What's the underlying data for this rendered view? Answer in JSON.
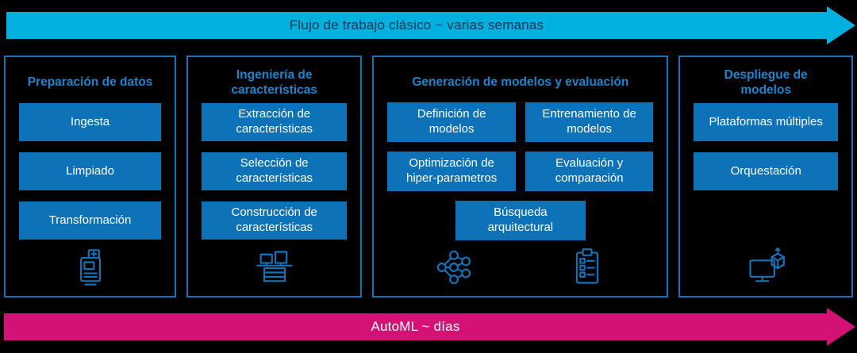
{
  "colors": {
    "cyan": "#00b0df",
    "magenta": "#d41174",
    "box-blue": "#0e72b8",
    "border-blue": "#1273ba",
    "title-blue": "#1b86cf",
    "banner-text": "#0d3557"
  },
  "banners": {
    "top": {
      "label": "Flujo de trabajo clásico ~ varias semanas"
    },
    "bottom": {
      "label": "AutoML ~ días"
    }
  },
  "panels": [
    {
      "title": "Preparación de datos",
      "items": [
        "Ingesta",
        "Limpiado",
        "Transformación"
      ],
      "icon": "data-device-icon"
    },
    {
      "title": "Ingeniería de características",
      "items": [
        "Extracción de características",
        "Selección de características",
        "Construcción de características"
      ],
      "icon": "workstation-icon"
    },
    {
      "title": "Generación de modelos y evaluación",
      "items": [
        "Definición de modelos",
        "Entrenamiento de modelos",
        "Optimización de hiper-parametros",
        "Evaluación y comparación",
        "Búsqueda arquitectural"
      ],
      "icons": [
        "neural-network-icon",
        "checklist-icon"
      ]
    },
    {
      "title": "Despliegue de modelos",
      "items": [
        "Plataformas múltiples",
        "Orquestación"
      ],
      "icon": "deploy-monitor-cube-icon"
    }
  ]
}
